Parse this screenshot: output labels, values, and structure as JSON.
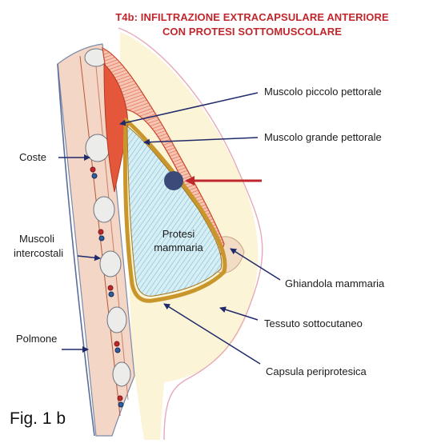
{
  "title": {
    "line1": "T4b: INFILTRAZIONE EXTRACAPSULARE ANTERIORE",
    "line2": "CON PROTESI SOTTOMUSCOLARE"
  },
  "labels": {
    "muscolo_piccolo": "Muscolo piccolo pettorale",
    "muscolo_grande": "Muscolo grande pettorale",
    "coste": "Coste",
    "muscoli_intercostali_1": "Muscoli",
    "muscoli_intercostali_2": "intercostali",
    "protesi_1": "Protesi",
    "protesi_2": "mammaria",
    "ghiandola": "Ghiandola mammaria",
    "tessuto": "Tessuto sottocutaneo",
    "polmone": "Polmone",
    "capsula": "Capsula periprotesica"
  },
  "figure_caption": "Fig. 1 b",
  "colors": {
    "title": "#c0272d",
    "arrow": "#1f2a6b",
    "red_arrow": "#c0272d",
    "implant_fill": "#bfe3ee",
    "muscle": "#d9532c",
    "lesion": "#3b4a78"
  }
}
